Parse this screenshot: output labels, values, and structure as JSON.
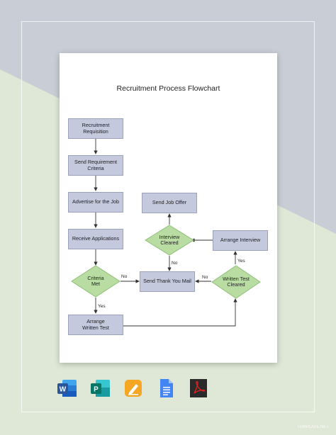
{
  "document": {
    "title": "Recruitment Process Flowchart"
  },
  "flowchart": {
    "nodes": {
      "recruitment_requisition": "Recruitment\nRequisition",
      "send_requirement_criteria": "Send Requirement\nCriteria",
      "advertise_job": "Advertise for the Job",
      "receive_applications": "Receive Applications",
      "criteria_met": "Criteria\nMet",
      "arrange_written_test": "Arrange\nWritten Test",
      "send_thank_you_mail": "Send Thank You Mail",
      "written_test_cleared": "Written Test\nCleared",
      "arrange_interview": "Arrange Interview",
      "interview_cleared": "Interview\nCleared",
      "send_job_offer": "Send Job Offer"
    },
    "edge_labels": {
      "criteria_no": "No",
      "criteria_yes": "Yes",
      "interview_no": "No",
      "written_no": "No",
      "written_yes": "Yes"
    },
    "colors": {
      "process_fill": "#c4c9de",
      "decision_fill": "#b9dca3",
      "connector": "#333333"
    }
  },
  "format_icons": [
    {
      "name": "word-icon",
      "letter": "W",
      "color": "#2b579a"
    },
    {
      "name": "publisher-icon",
      "letter": "P",
      "color": "#077568"
    },
    {
      "name": "pages-icon",
      "letter": "",
      "color": "#f5a623"
    },
    {
      "name": "google-docs-icon",
      "letter": "",
      "color": "#4285f4"
    },
    {
      "name": "pdf-icon",
      "letter": "",
      "color": "#b30b00"
    }
  ],
  "watermark": "TEMPLATE.NET"
}
